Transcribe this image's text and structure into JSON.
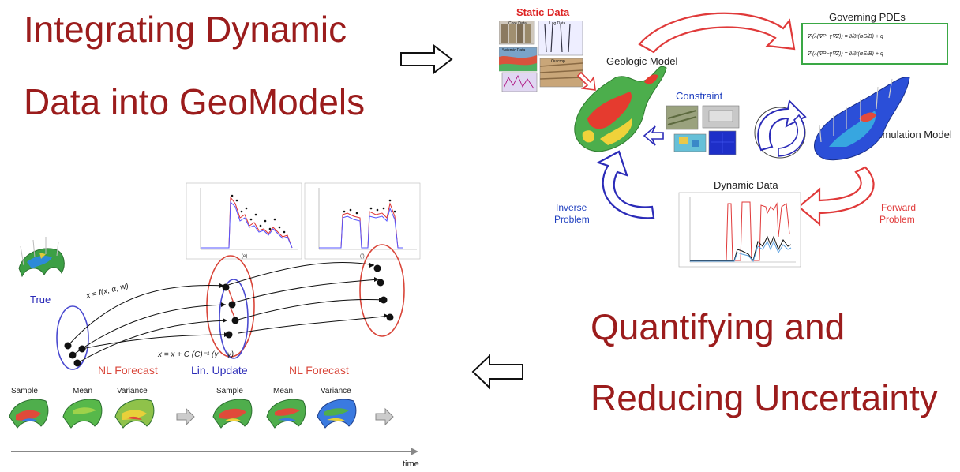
{
  "titles": {
    "left_line1": "Integrating Dynamic",
    "left_line2": "Data into GeoModels",
    "right_line1": "Quantifying and",
    "right_line2": "Reducing Uncertainty"
  },
  "cycle": {
    "static_data": "Static Data",
    "geologic_model": "Geologic Model",
    "governing_pdes": "Governing PDEs",
    "constraint": "Constraint",
    "simulation_model": "Simulation Model",
    "dynamic_data": "Dynamic Data",
    "inverse_problem_l1": "Inverse",
    "inverse_problem_l2": "Problem",
    "forward_problem_l1": "Forward",
    "forward_problem_l2": "Problem",
    "static_tiles": [
      "Core Data",
      "Log Data",
      "Seismic Data",
      "Outcrop"
    ]
  },
  "enkf": {
    "true_label": "True",
    "nl_forecast_1": "NL Forecast",
    "lin_update": "Lin. Update",
    "nl_forecast_2": "NL Forecast",
    "sample_1": "Sample",
    "mean_1": "Mean",
    "variance_1": "Variance",
    "sample_2": "Sample",
    "mean_2": "Mean",
    "variance_2": "Variance",
    "time_label": "time",
    "plot_left_caption": "(e)",
    "plot_right_caption": "(f)"
  },
  "colors": {
    "title_red": "#9b1c1c",
    "cycle_red": "#e03a3a",
    "cycle_blue": "#2b2bb8",
    "pde_green": "#3aa845",
    "ellipse_red": "#d9463a",
    "ellipse_blue": "#4a4ad0"
  }
}
